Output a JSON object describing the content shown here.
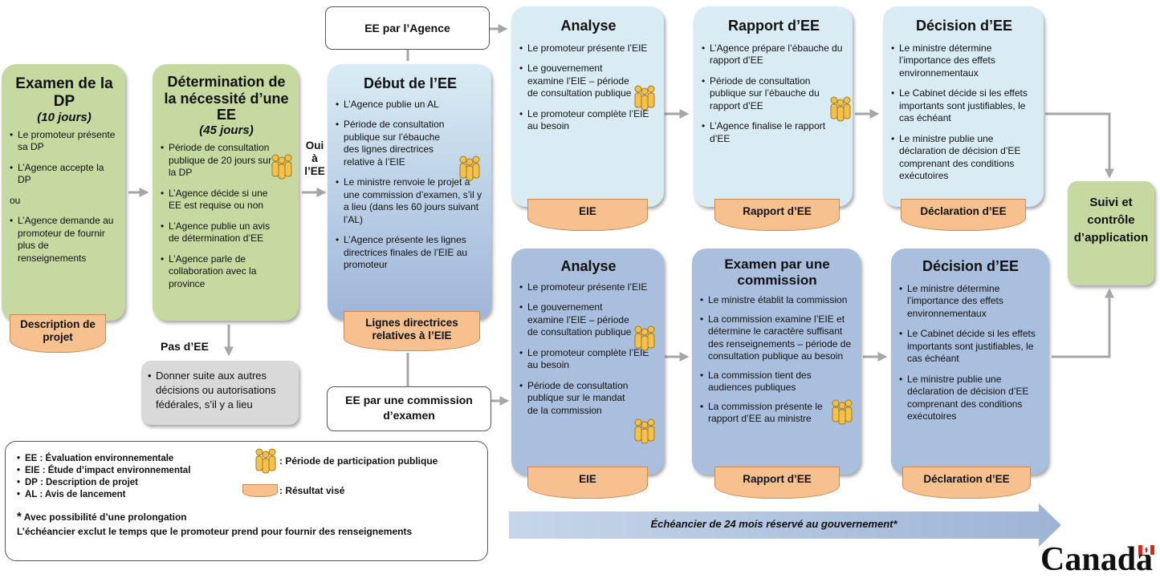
{
  "diagram": {
    "pd_review": {
      "title": "Examen de la DP",
      "duration": "(10 jours)",
      "items": [
        "Le promoteur présente sa DP",
        "L’Agence accepte la DP",
        "ou",
        "L’Agence demande au promoteur de fournir plus de renseignements"
      ],
      "output": "Description de projet"
    },
    "determination": {
      "title": "Détermination de la nécessité d’une EE",
      "duration": "(45 jours)",
      "items": [
        "Période de consultation publique de 20 jours sur la DP",
        "L’Agence décide si une EE est requise ou non",
        "L’Agence publie un avis de détermination d’EE",
        "L’Agence parle de collaboration avec la province"
      ]
    },
    "yes_label": "Oui à l’EE",
    "no_ea": {
      "label": "Pas d’EE",
      "items": [
        "Donner suite aux autres décisions ou autorisations fédérales, s’il y a lieu"
      ]
    },
    "ea_start": {
      "title": "Début de l’EE",
      "items": [
        "L’Agence publie un AL",
        "Période de consultation publique sur l’ébauche des lignes directrices relative à l’EIE",
        "Le ministre renvoie le projet à une commission d’examen, s’il y a lieu (dans les 60 jours suivant l’AL)",
        "L’Agence présente les lignes directrices finales de l’EIE au promoteur"
      ],
      "output": "Lignes directrices relatives à l’EIE"
    },
    "agency_track": {
      "label": "EE par l’Agence",
      "analysis": {
        "title": "Analyse",
        "items": [
          "Le promoteur présente l’EIE",
          "Le gouvernement examine l’EIE – période de consultation publique",
          "Le promoteur complète l’EIE au besoin"
        ],
        "output": "EIE"
      },
      "report": {
        "title": "Rapport d’EE",
        "items": [
          "L’Agence prépare l’ébauche du rapport d’EE",
          "Période de consultation publique sur l’ébauche du rapport d’EE",
          "L’Agence finalise le rapport d’EE"
        ],
        "output": "Rapport d’EE"
      },
      "decision": {
        "title": "Décision d’EE",
        "items": [
          "Le ministre détermine l’importance des effets environnementaux",
          "Le Cabinet décide si les effets importants sont justifiables, le cas échéant",
          "Le ministre publie une déclaration de décision d’EE comprenant des conditions exécutoires"
        ],
        "output": "Déclaration d’EE"
      }
    },
    "panel_track": {
      "label": "EE par une commission d’examen",
      "analysis": {
        "title": "Analyse",
        "items": [
          "Le promoteur présente l’EIE",
          "Le gouvernement examine l’EIE – période de consultation publique",
          "Le promoteur complète l’EIE au besoin",
          "Période de consultation publique sur le mandat de la commission"
        ],
        "output": "EIE"
      },
      "review": {
        "title": "Examen par une commission",
        "items": [
          "Le ministre établit la commission",
          "La commission examine l’EIE et détermine le caractère suffisant des renseignements – période de consultation publique au besoin",
          "La commission tient des audiences publiques",
          "La commission présente le rapport d’EE au ministre"
        ],
        "output": "Rapport d’EE"
      },
      "decision": {
        "title": "Décision d’EE",
        "items": [
          "Le ministre détermine l’importance des effets environnementaux",
          "Le Cabinet décide si les effets importants sont justifiables, le cas échéant",
          "Le ministre publie une déclaration de décision d’EE comprenant des conditions exécutoires"
        ],
        "output": "Déclaration d’EE"
      }
    },
    "follow_up": "Suivi et contrôle d’application",
    "timeline": "Échéancier de 24 mois réservé au gouvernement*",
    "legend": {
      "abbreviations": [
        "EE : Évaluation environnementale",
        "EIE : Étude d’impact environnemental",
        "DP : Description de projet",
        "AL : Avis de lancement"
      ],
      "public_participation": ": Période de participation publique",
      "intended_result": ": Résultat visé",
      "footnote_mark": "*",
      "footnote_1": "Avec possibilité d’une prolongation",
      "footnote_2": "L’échéancier exclut le temps que le promoteur prend pour fournir des renseignements"
    },
    "logo": "Canada"
  },
  "colors": {
    "green_box": "#c5d9a0",
    "light_blue_box": "#d9ecf4",
    "mid_blue_box": "#a9bfdd",
    "output_doc": "#f6c08f",
    "arrow": "#a6a6a6",
    "grey_box": "#d9d9d9",
    "timeline_arrow": "#a9bfdd",
    "flag_red": "#d52b1e"
  },
  "icons": [
    "people-icon",
    "document-icon",
    "arrow-icon",
    "canada-flag-icon"
  ]
}
